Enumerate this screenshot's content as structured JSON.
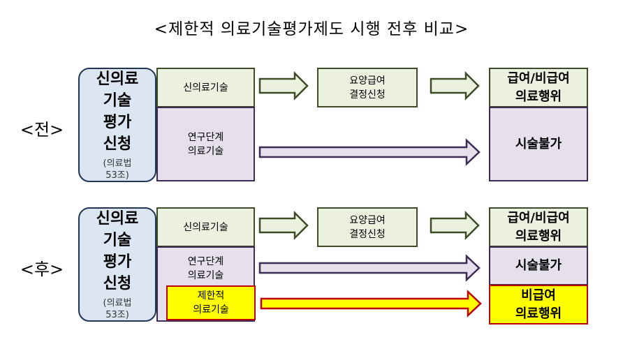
{
  "title": "<제한적 의료기술평가제도 시행 전후 비교>",
  "before": {
    "label": "<전>",
    "apply_main": "신의료\n기술\n평가\n신청",
    "apply_sub": "(의료법\n53조)",
    "new_tech": "신의료기술",
    "research_tech": "연구단계\n의료기술",
    "decision": "요양급여\n결정신청",
    "benefit_result": "급여/비급여\n의료행위",
    "not_allowed": "시술불가"
  },
  "after": {
    "label": "<후>",
    "apply_main": "신의료\n기술\n평가\n신청",
    "apply_sub": "(의료법\n53조)",
    "new_tech": "신의료기술",
    "research_tech": "연구단계\n의료기술",
    "limited_tech": "제한적\n의료기술",
    "decision": "요양급여\n결정신청",
    "benefit_result": "급여/비급여\n의료행위",
    "not_allowed": "시술불가",
    "non_benefit": "비급여\n의료행위"
  },
  "colors": {
    "apply_fill": "#dce6f2",
    "green_fill": "#ebf1de",
    "purple_fill": "#e5e0ec",
    "yellow_fill": "#ffff00",
    "yellow_border": "#c00000"
  }
}
